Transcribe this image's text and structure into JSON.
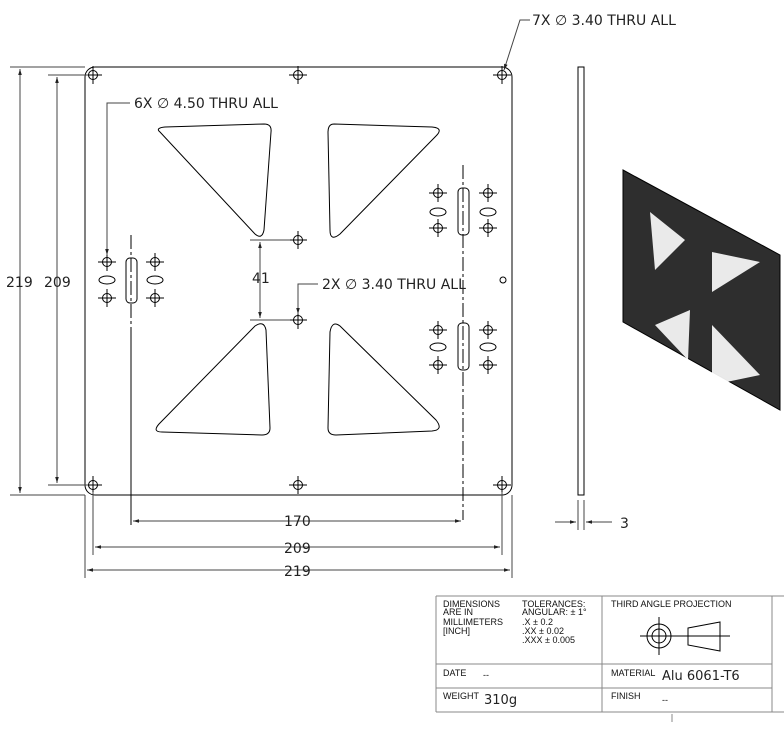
{
  "callouts": {
    "corner_holes": "7X ∅ 3.40 THRU ALL",
    "side_holes": "6X ∅ 4.50 THRU ALL",
    "center_holes": "2X ∅ 3.40 THRU ALL"
  },
  "dimensions": {
    "height_outer": "219",
    "height_inner": "209",
    "center_gap": "41",
    "slot_span": "170",
    "width_inner": "209",
    "width_outer": "219",
    "thickness": "3"
  },
  "title_block": {
    "units": [
      "DIMENSIONS",
      "ARE IN",
      "MILLIMETERS",
      "[INCH]"
    ],
    "tolerances": [
      "TOLERANCES:",
      "ANGULAR: ± 1°",
      ".X    ± 0.2",
      ".XX   ± 0.02",
      ".XXX ± 0.005"
    ],
    "projection": "THIRD ANGLE PROJECTION",
    "date_label": "DATE",
    "date_value": "--",
    "material_label": "MATERIAL",
    "material_value": "Alu 6061-T6",
    "weight_label": "WEIGHT",
    "weight_value": "310g",
    "finish_label": "FINISH",
    "finish_value": "--"
  }
}
